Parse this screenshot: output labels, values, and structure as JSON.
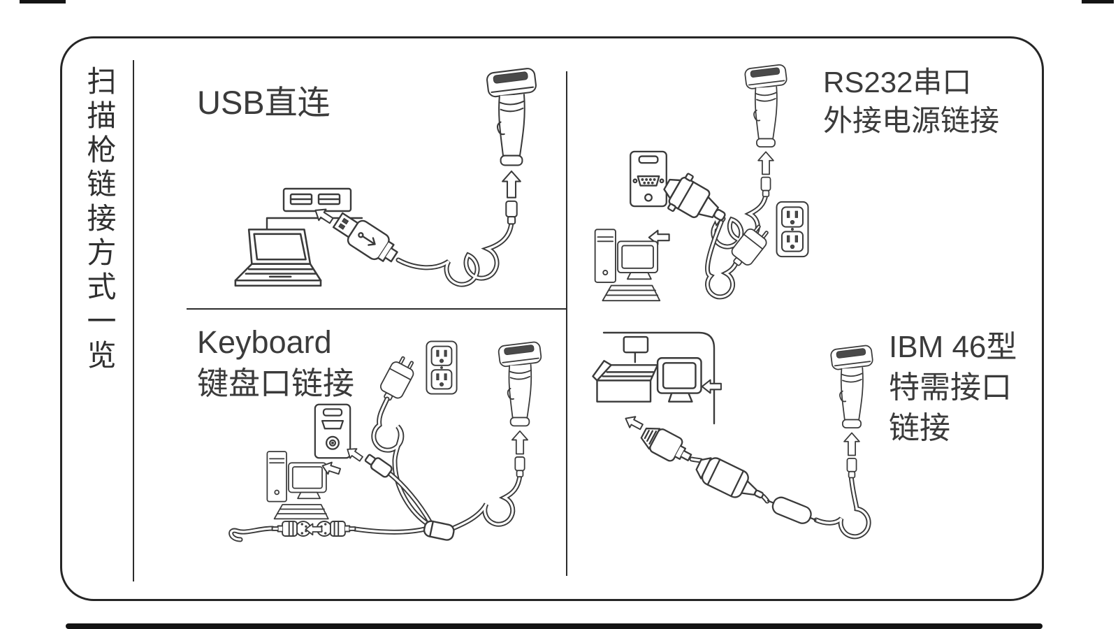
{
  "page_title": "扫描枪链接方式一览",
  "sections": [
    {
      "id": "usb",
      "title": "USB直连",
      "elements": [
        "laptop-icon",
        "usb-port-panel-icon",
        "usb-plug-icon",
        "insert-arrow-icon",
        "coiled-cable-icon",
        "barcode-scanner-icon",
        "up-arrow-icon"
      ]
    },
    {
      "id": "rs232",
      "title": "RS232串口\n外接电源链接",
      "elements": [
        "desktop-pc-icon",
        "serial-wall-plate-icon",
        "serial-plug-icon",
        "insert-arrow-icon",
        "power-outlet-icon",
        "power-adapter-icon",
        "coiled-cable-icon",
        "barcode-scanner-icon",
        "up-arrow-icon"
      ]
    },
    {
      "id": "keyboard",
      "title": "Keyboard\n键盘口链接",
      "elements": [
        "power-outlet-icon",
        "power-adapter-icon",
        "keyboard-wall-plate-icon",
        "elbow-plug-icon",
        "desktop-pc-icon",
        "ps2-y-splitter-icon",
        "din-plug-icon",
        "din-plug-icon",
        "insert-arrow-icon",
        "coiled-cable-icon",
        "barcode-scanner-icon",
        "up-arrow-icon"
      ]
    },
    {
      "id": "ibm46",
      "title": "IBM 46型\n特需接口\n链接",
      "elements": [
        "pos-terminal-icon",
        "insert-arrow-icon",
        "ibm-port-plug-icon",
        "molded-connector-icon",
        "inline-adapter-icon",
        "coiled-cable-icon",
        "barcode-scanner-icon",
        "up-arrow-icon"
      ]
    }
  ],
  "colors": {
    "line": "#3a3a3a",
    "frame": "#262626",
    "background": "#ffffff",
    "scan_window": "#4a4a4a"
  }
}
